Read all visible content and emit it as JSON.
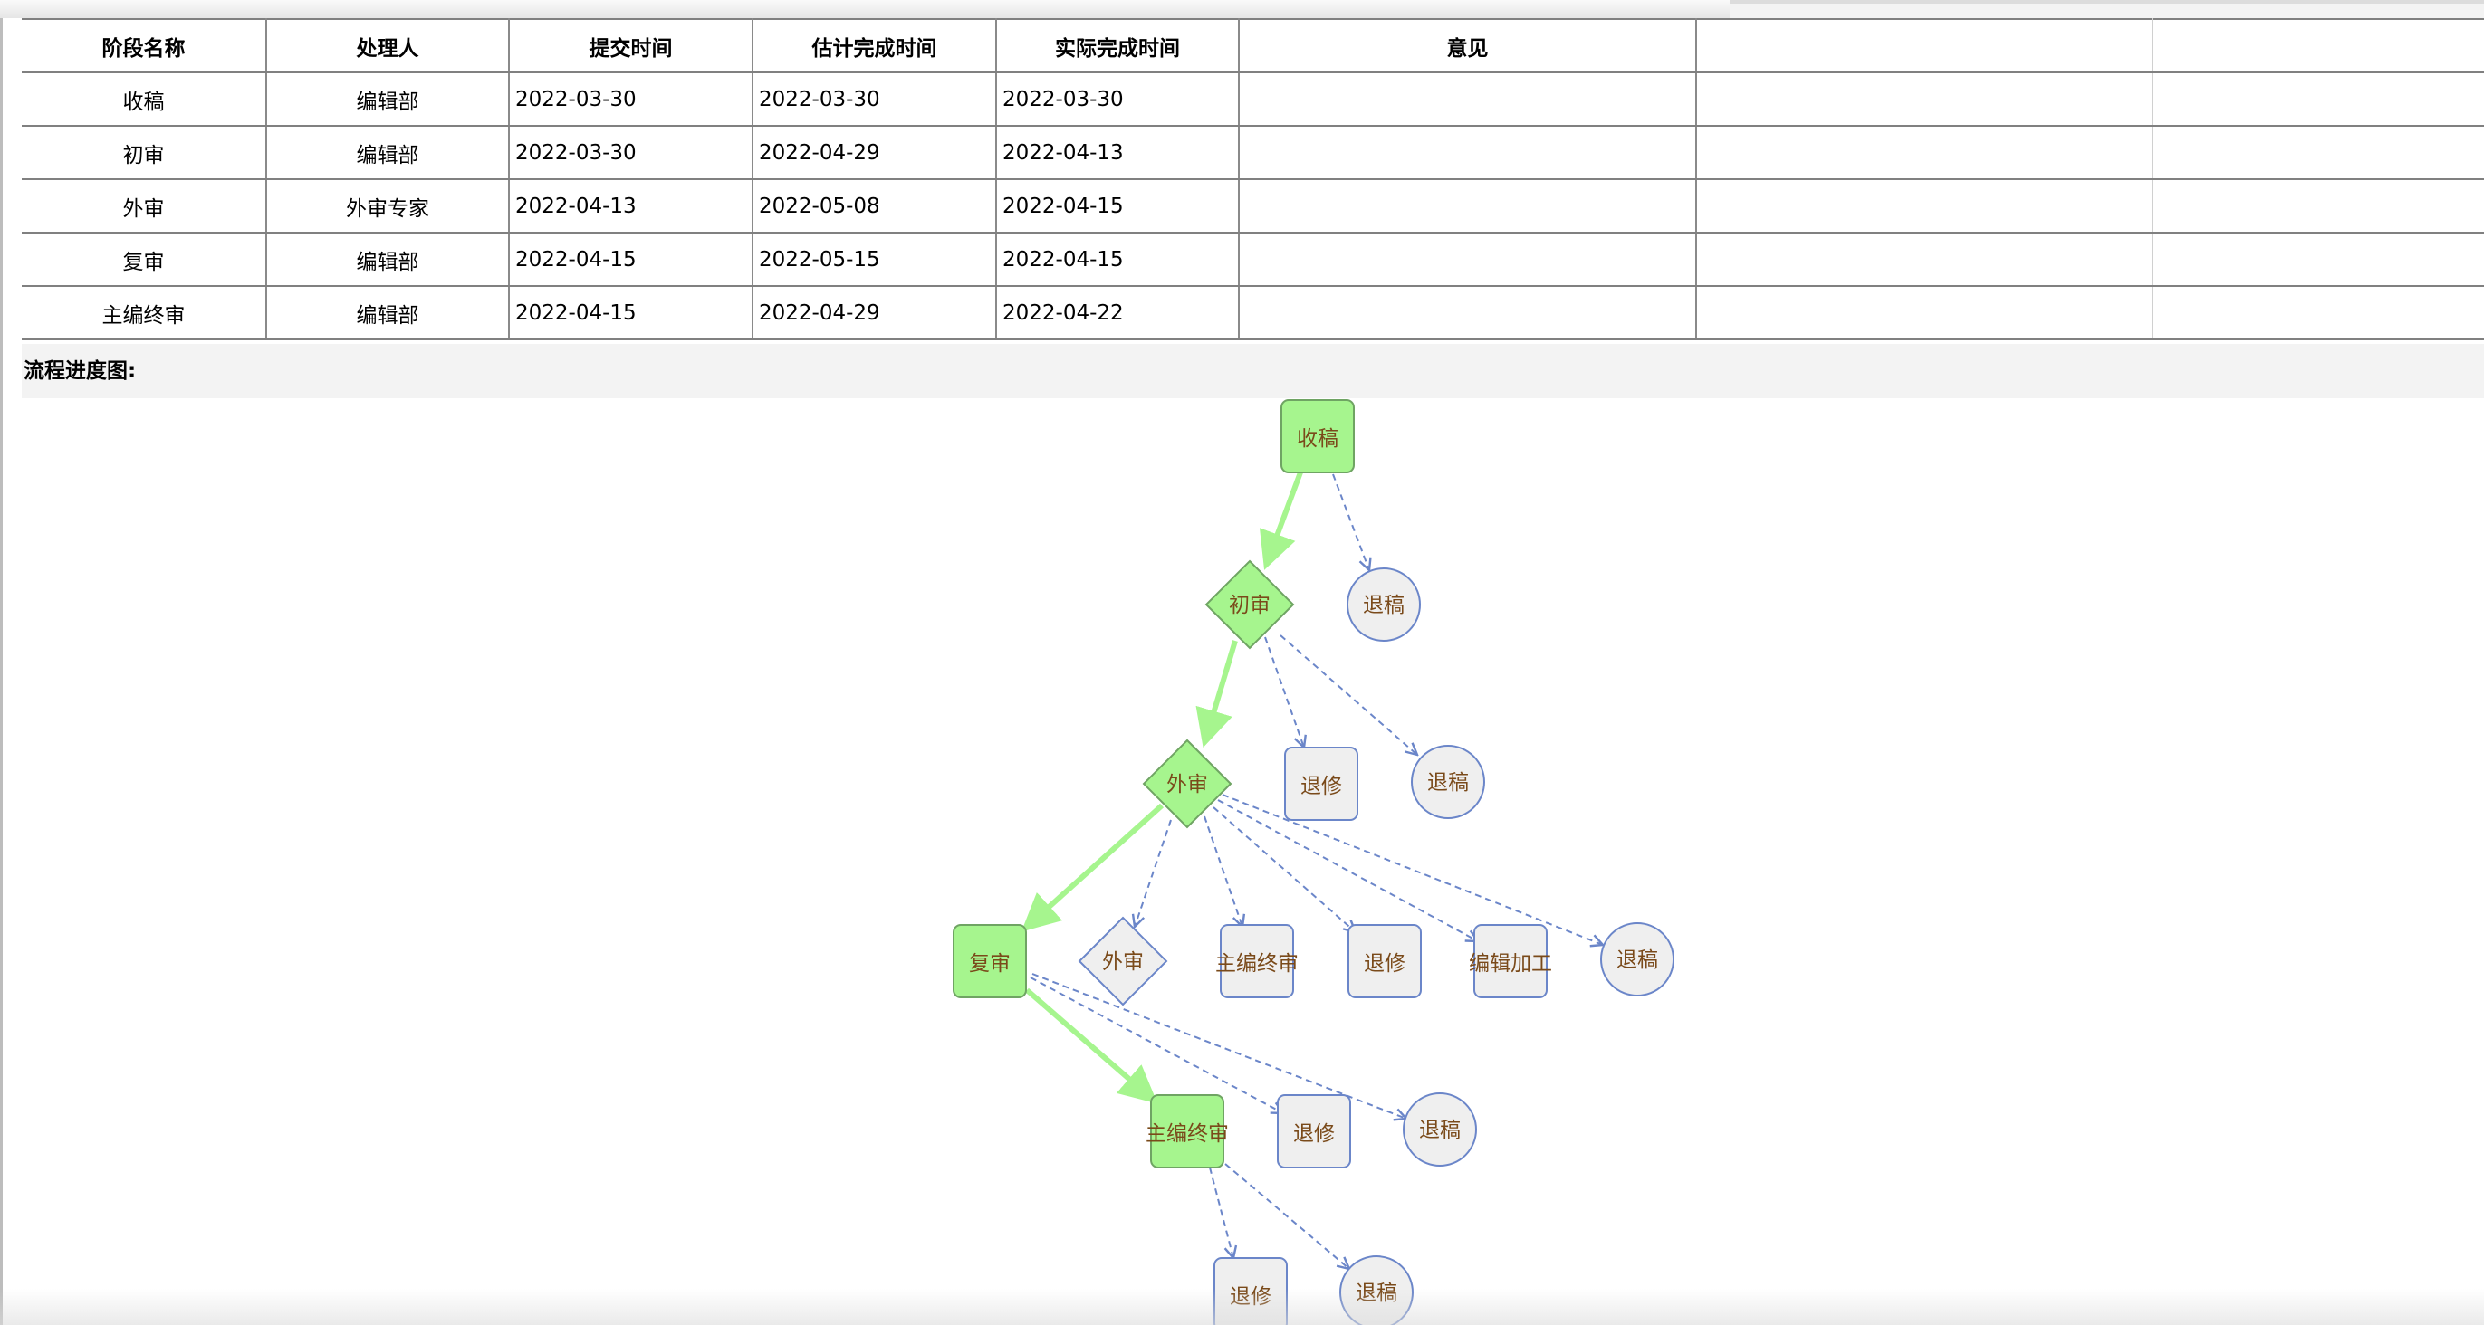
{
  "table": {
    "headers": [
      "阶段名称",
      "处理人",
      "提交时间",
      "估计完成时间",
      "实际完成时间",
      "意见",
      "",
      ""
    ],
    "rows": [
      [
        "收稿",
        "编辑部",
        "2022-03-30",
        "2022-03-30",
        "2022-03-30",
        "",
        "",
        ""
      ],
      [
        "初审",
        "编辑部",
        "2022-03-30",
        "2022-04-29",
        "2022-04-13",
        "",
        "",
        ""
      ],
      [
        "外审",
        "外审专家",
        "2022-04-13",
        "2022-05-08",
        "2022-04-15",
        "",
        "",
        ""
      ],
      [
        "复审",
        "编辑部",
        "2022-04-15",
        "2022-05-15",
        "2022-04-15",
        "",
        "",
        ""
      ],
      [
        "主编终审",
        "编辑部",
        "2022-04-15",
        "2022-04-29",
        "2022-04-22",
        "",
        "",
        ""
      ]
    ]
  },
  "section": {
    "title": "流程进度图:"
  },
  "flow": {
    "colors": {
      "active_fill": "#a6f58e",
      "active_stroke": "#6fa463",
      "pending_fill": "#efefef",
      "pending_stroke": "#6b86c9",
      "active_edge": "#a6f58e",
      "pending_edge": "#6b86c9",
      "label": "#7a4a1a"
    },
    "nodes": {
      "n1": "收稿",
      "n2": "退稿",
      "n3": "初审",
      "n4": "退修",
      "n5": "退稿",
      "n6": "外审",
      "n7": "复审",
      "n8": "外审",
      "n9": "主编终审",
      "n10": "退修",
      "n11": "编辑加工",
      "n12": "退稿",
      "n13": "主编终审",
      "n14": "退修",
      "n15": "退稿",
      "n16": "退修",
      "n17": "退稿"
    }
  }
}
